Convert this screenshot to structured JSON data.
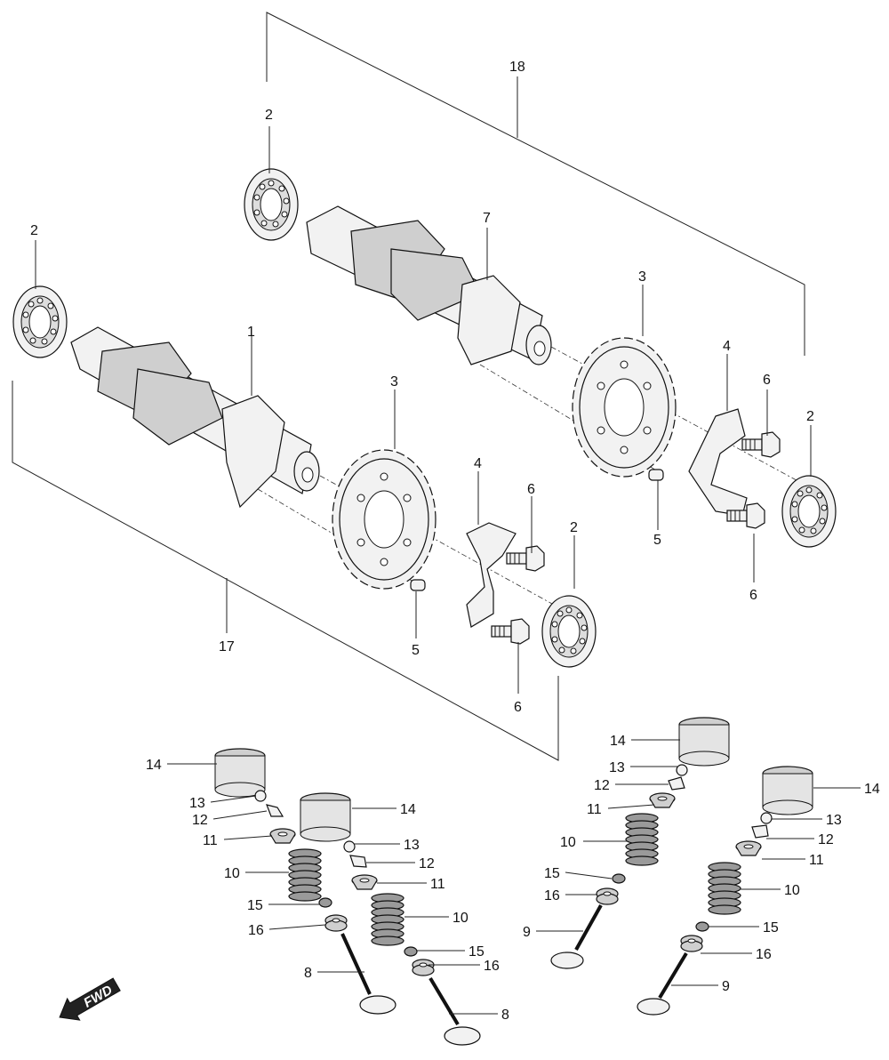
{
  "diagram": {
    "callouts": {
      "c1": "1",
      "c2a": "2",
      "c2b": "2",
      "c2c": "2",
      "c2d": "2",
      "c3a": "3",
      "c3b": "3",
      "c4a": "4",
      "c4b": "4",
      "c5a": "5",
      "c5b": "5",
      "c6a": "6",
      "c6b": "6",
      "c6c": "6",
      "c6d": "6",
      "c7": "7",
      "c17": "17",
      "c18": "18",
      "c14a": "14",
      "c14b": "14",
      "c14c": "14",
      "c14d": "14",
      "c13a": "13",
      "c13b": "13",
      "c13c": "13",
      "c13d": "13",
      "c12a": "12",
      "c12b": "12",
      "c12c": "12",
      "c12d": "12",
      "c11a": "11",
      "c11b": "11",
      "c11c": "11",
      "c11d": "11",
      "c10a": "10",
      "c10b": "10",
      "c10c": "10",
      "c10d": "10",
      "c15a": "15",
      "c15b": "15",
      "c15c": "15",
      "c15d": "15",
      "c16a": "16",
      "c16b": "16",
      "c16c": "16",
      "c16d": "16",
      "c8a": "8",
      "c8b": "8",
      "c9a": "9",
      "c9b": "9"
    },
    "direction_label": "FWD"
  }
}
